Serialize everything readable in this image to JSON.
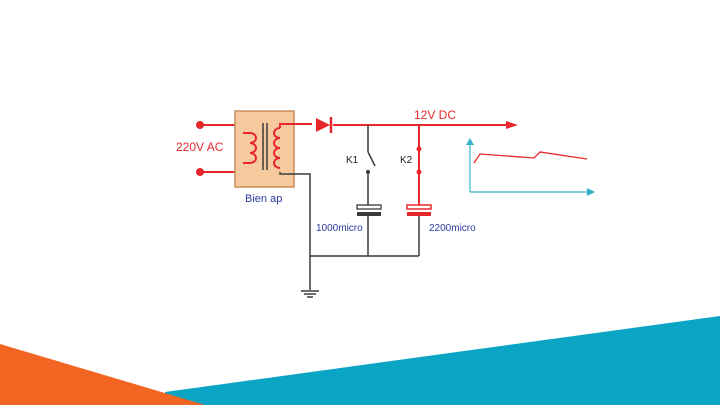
{
  "labels": {
    "ac_input": "220V AC",
    "transformer": "Bien ap",
    "dc_output": "12V DC",
    "switch_1": "K1",
    "switch_2": "K2",
    "capacitor_1": "1000micro",
    "capacitor_2": "2200micro"
  },
  "colors": {
    "circuit_red": "#e8272d",
    "wire_dark": "#3a3a3a",
    "transformer_fill": "#f6c99e",
    "transformer_border": "#c98d58",
    "label_blue": "#2b3a9e",
    "graph_line": "#3ab0c8",
    "accent_orange": "#f26522",
    "accent_teal": "#0aa4c5"
  },
  "icons": [
    "ac-terminal",
    "transformer-coil",
    "diode",
    "switch",
    "electrolytic-capacitor",
    "ground",
    "output-arrow"
  ]
}
